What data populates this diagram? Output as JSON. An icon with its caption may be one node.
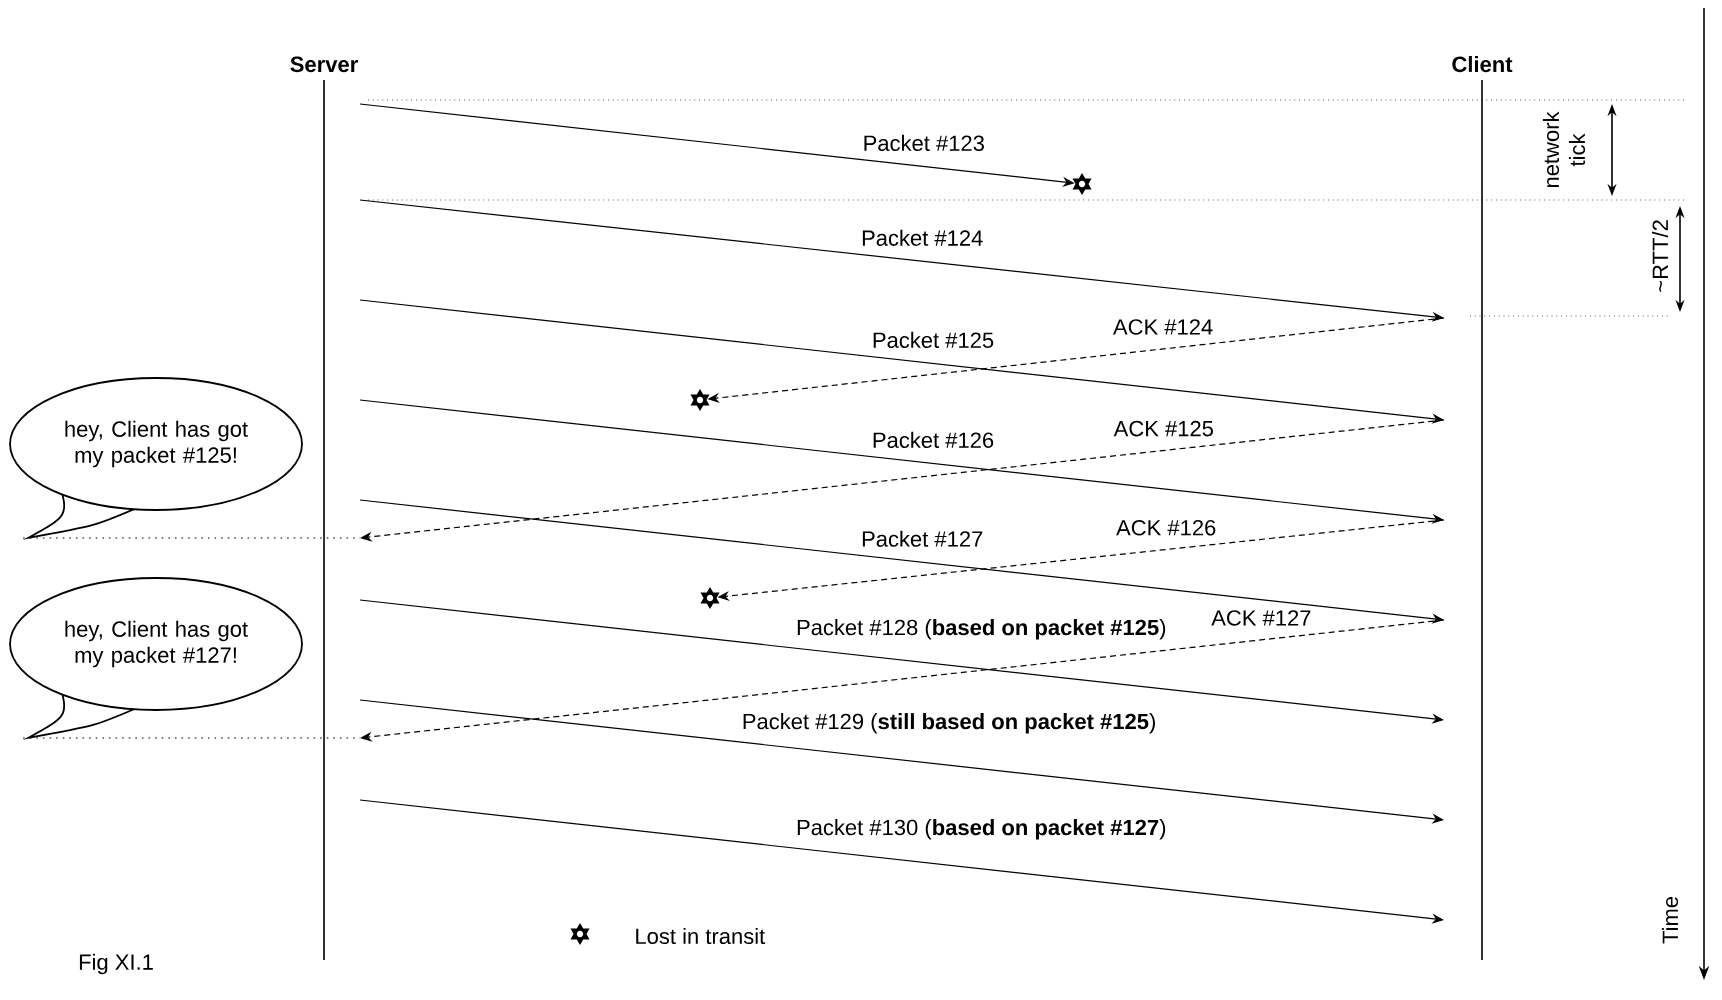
{
  "diagram": {
    "nodes": [
      {
        "text": [
          "Server"
        ]
      },
      {
        "text": [
          "Client"
        ]
      },
      {
        "text": [],
        "shape": "star"
      },
      {
        "text": [
          "hey, Client has got my packet #125!"
        ]
      },
      {
        "text": [],
        "shape": "star"
      },
      {
        "text": [],
        "shape": "star"
      },
      {
        "text": [
          "hey, Client has got my packet #127!"
        ]
      }
    ],
    "edges": [
      {
        "from": 0,
        "to": 2,
        "arrow": "to",
        "label": "Packet #123"
      },
      {
        "from": 0,
        "to": 1,
        "arrow": "to",
        "label": "Packet #124"
      },
      {
        "from": 0,
        "to": 1,
        "arrow": "to",
        "label": "Packet #125"
      },
      {
        "from": 1,
        "to": 4,
        "arrow": "to",
        "label": "ACK #124",
        "style": "dashed"
      },
      {
        "from": 0,
        "to": 1,
        "arrow": "to",
        "label": "Packet #126"
      },
      {
        "from": 1,
        "to": 0,
        "arrow": "to",
        "label": "ACK #125",
        "style": "dashed"
      },
      {
        "from": 0,
        "to": 1,
        "arrow": "to",
        "label": "Packet #127"
      },
      {
        "from": 1,
        "to": 5,
        "arrow": "to",
        "label": "ACK #126",
        "style": "dashed"
      },
      {
        "from": 0,
        "to": 1,
        "arrow": "to",
        "label": "Packet #128 (**based on packet #125**)"
      },
      {
        "from": 1,
        "to": 0,
        "arrow": "to",
        "label": "ACK #127",
        "style": "dashed"
      },
      {
        "from": 0,
        "to": 1,
        "arrow": "to",
        "label": "Packet #129 (**still based on packet #125**)"
      },
      {
        "from": 0,
        "to": 1,
        "arrow": "to",
        "label": "Packet #130 (**based on packet #127**)"
      },
      {
        "from": 3,
        "to": 0,
        "arrow": "none",
        "style": "dashed"
      },
      {
        "from": 6,
        "to": 0,
        "arrow": "none",
        "style": "dashed"
      }
    ],
    "labels": [
      "network tick",
      "~RTT/2",
      "Time",
      "Fig XI.1"
    ],
    "legend": [
      {
        "text": "Lost in transit"
      }
    ]
  }
}
